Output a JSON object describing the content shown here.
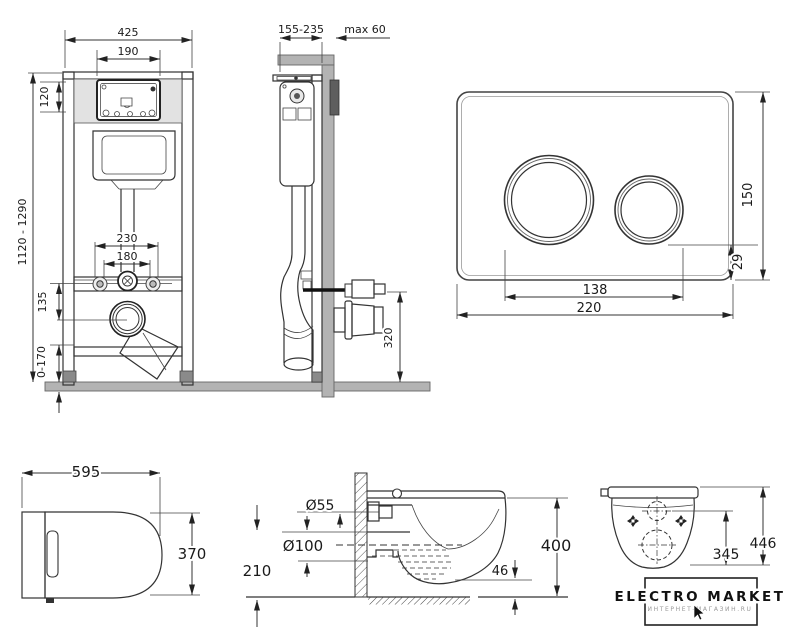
{
  "dims": {
    "frame_width": "425",
    "opening_width": "190",
    "opening_height": "120",
    "frame_height": "1120 - 1290",
    "bolt_spacing_outer": "230",
    "bolt_spacing_inner": "180",
    "drain_offset": "135",
    "floor_adjust": "0-170",
    "depth_range": "155-235",
    "wall_max": "max 60",
    "outlet_height": "320",
    "plate_width": "220",
    "plate_height": "150",
    "button_span": "138",
    "plate_bottom_offset": "29",
    "seat_length": "595",
    "seat_width": "370",
    "inlet_diameter": "Ø55",
    "outlet_diameter": "Ø100",
    "outlet_axis_height": "210",
    "bowl_height": "400",
    "bowl_floor_gap": "46",
    "back_height": "446",
    "hole_height": "345"
  },
  "logo": {
    "brand": "ELECTRO MARKET",
    "tagline": "ИНТЕРНЕТ-МАГАЗИН.RU"
  }
}
